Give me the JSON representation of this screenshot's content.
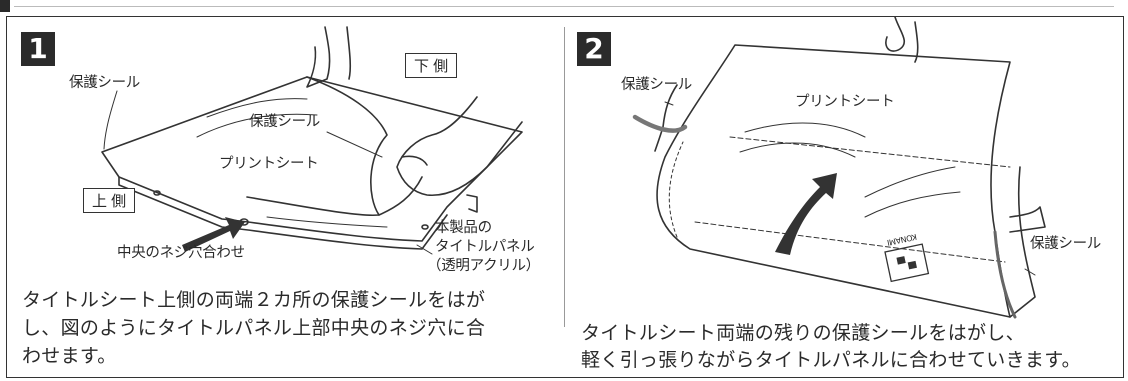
{
  "step1": {
    "number": "1",
    "labels": {
      "protective_seal_left": "保護シール",
      "bottom_side": "下 側",
      "protective_seal_center": "保護シール",
      "print_sheet": "プリントシート",
      "top_side": "上 側",
      "product_panel_line1": "本製品の",
      "product_panel_line2": "タイトルパネル",
      "product_panel_line3": "（透明アクリル）",
      "center_screw": "中央のネジ穴合わせ"
    },
    "caption_lines": [
      "タイトルシート上側の両端２カ所の保護シールをはが",
      "し、図のようにタイトルパネル上部中央のネジ穴に合",
      "わせます。"
    ]
  },
  "step2": {
    "number": "2",
    "labels": {
      "protective_seal_left": "保護シール",
      "print_sheet": "プリントシート",
      "protective_seal_right": "保護シール",
      "logo_text": "KONAMI"
    },
    "caption_lines": [
      "タイトルシート両端の残りの保護シールをはがし、",
      "軽く引っ張りながらタイトルパネルに合わせていきます。"
    ]
  }
}
